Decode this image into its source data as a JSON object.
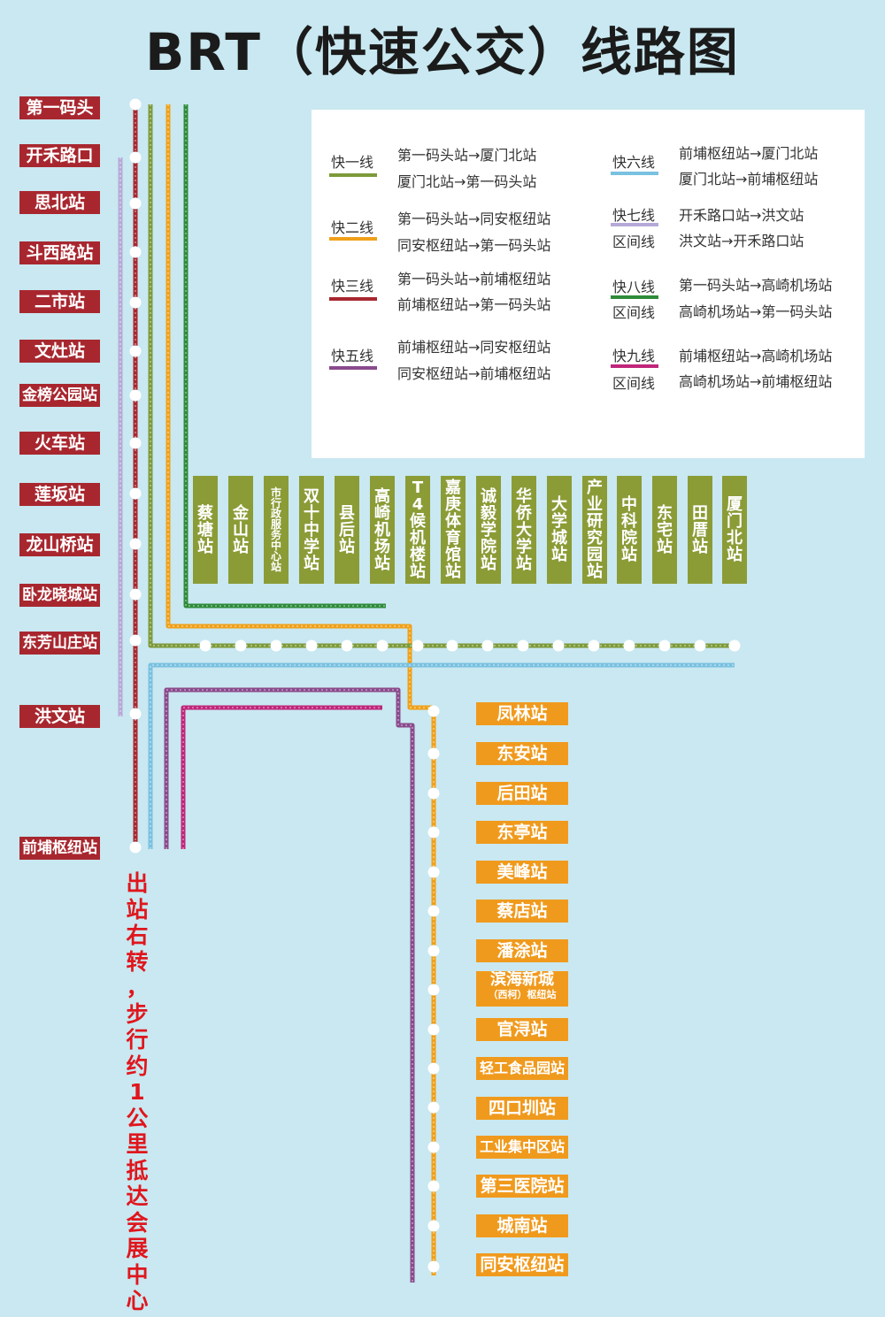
{
  "title": "BRT（快速公交）线路图",
  "colors": {
    "line1": "#7d9a3a",
    "line2": "#f0a019",
    "line3": "#a8272f",
    "line5": "#8a4a8c",
    "line6": "#79c1e0",
    "line7": "#b6a9d8",
    "line8": "#2e8b3a",
    "line9": "#c0267a"
  },
  "main_stations": [
    "第一码头",
    "开禾路口",
    "思北站",
    "斗西路站",
    "二市站",
    "文灶站",
    "金榜公园站",
    "火车站",
    "莲坂站",
    "龙山桥站",
    "卧龙晓城站",
    "东芳山庄站",
    "洪文站",
    "前埔枢纽站"
  ],
  "north_stations": [
    {
      "chars": [
        "蔡",
        "塘",
        "站"
      ]
    },
    {
      "chars": [
        "金",
        "山",
        "站"
      ]
    },
    {
      "chars": [
        "市",
        "行",
        "政",
        "服",
        "务",
        "中",
        "心",
        "站"
      ],
      "small": true
    },
    {
      "chars": [
        "双",
        "十",
        "中",
        "学",
        "站"
      ]
    },
    {
      "chars": [
        "县",
        "后",
        "站"
      ]
    },
    {
      "chars": [
        "高",
        "崎",
        "机",
        "场",
        "站"
      ]
    },
    {
      "chars": [
        "T",
        "4",
        "候",
        "机",
        "楼",
        "站"
      ]
    },
    {
      "chars": [
        "嘉",
        "庚",
        "体",
        "育",
        "馆",
        "站"
      ]
    },
    {
      "chars": [
        "诚",
        "毅",
        "学",
        "院",
        "站"
      ]
    },
    {
      "chars": [
        "华",
        "侨",
        "大",
        "学",
        "站"
      ]
    },
    {
      "chars": [
        "大",
        "学",
        "城",
        "站"
      ]
    },
    {
      "chars": [
        "产",
        "业",
        "研",
        "究",
        "园",
        "站"
      ]
    },
    {
      "chars": [
        "中",
        "科",
        "院",
        "站"
      ]
    },
    {
      "chars": [
        "东",
        "宅",
        "站"
      ]
    },
    {
      "chars": [
        "田",
        "厝",
        "站"
      ]
    },
    {
      "chars": [
        "厦",
        "门",
        "北",
        "站"
      ]
    }
  ],
  "south_stations": [
    {
      "name": "凤林站"
    },
    {
      "name": "东安站"
    },
    {
      "name": "后田站"
    },
    {
      "name": "东亭站"
    },
    {
      "name": "美峰站"
    },
    {
      "name": "蔡店站"
    },
    {
      "name": "潘涂站"
    },
    {
      "name": "滨海新城",
      "sub": "（西柯）枢纽站"
    },
    {
      "name": "官浔站"
    },
    {
      "name": "轻工食品园站"
    },
    {
      "name": "四口圳站"
    },
    {
      "name": "工业集中区站"
    },
    {
      "name": "第三医院站"
    },
    {
      "name": "城南站"
    },
    {
      "name": "同安枢纽站"
    }
  ],
  "legend": [
    {
      "name": "快一线",
      "color": "#7d9a3a",
      "routes": [
        "第一码头站→厦门北站",
        "厦门北站→第一码头站"
      ]
    },
    {
      "name": "快二线",
      "color": "#f0a019",
      "routes": [
        "第一码头站→同安枢纽站",
        "同安枢纽站→第一码头站"
      ]
    },
    {
      "name": "快三线",
      "color": "#a8272f",
      "routes": [
        "第一码头站→前埔枢纽站",
        "前埔枢纽站→第一码头站"
      ]
    },
    {
      "name": "快五线",
      "color": "#8a4a8c",
      "routes": [
        "前埔枢纽站→同安枢纽站",
        "同安枢纽站→前埔枢纽站"
      ]
    },
    {
      "name": "快六线",
      "color": "#79c1e0",
      "routes": [
        "前埔枢纽站→厦门北站",
        "厦门北站→前埔枢纽站"
      ]
    },
    {
      "name": "快七线",
      "name2": "区间线",
      "color": "#b6a9d8",
      "routes": [
        "开禾路口站→洪文站",
        "洪文站→开禾路口站"
      ]
    },
    {
      "name": "快八线",
      "name2": "区间线",
      "color": "#2e8b3a",
      "routes": [
        "第一码头站→高崎机场站",
        "高崎机场站→第一码头站"
      ]
    },
    {
      "name": "快九线",
      "name2": "区间线",
      "color": "#c0267a",
      "routes": [
        "前埔枢纽站→高崎机场站",
        "高崎机场站→前埔枢纽站"
      ]
    }
  ],
  "note": "出站右转，步行约1公里抵达会展中心"
}
